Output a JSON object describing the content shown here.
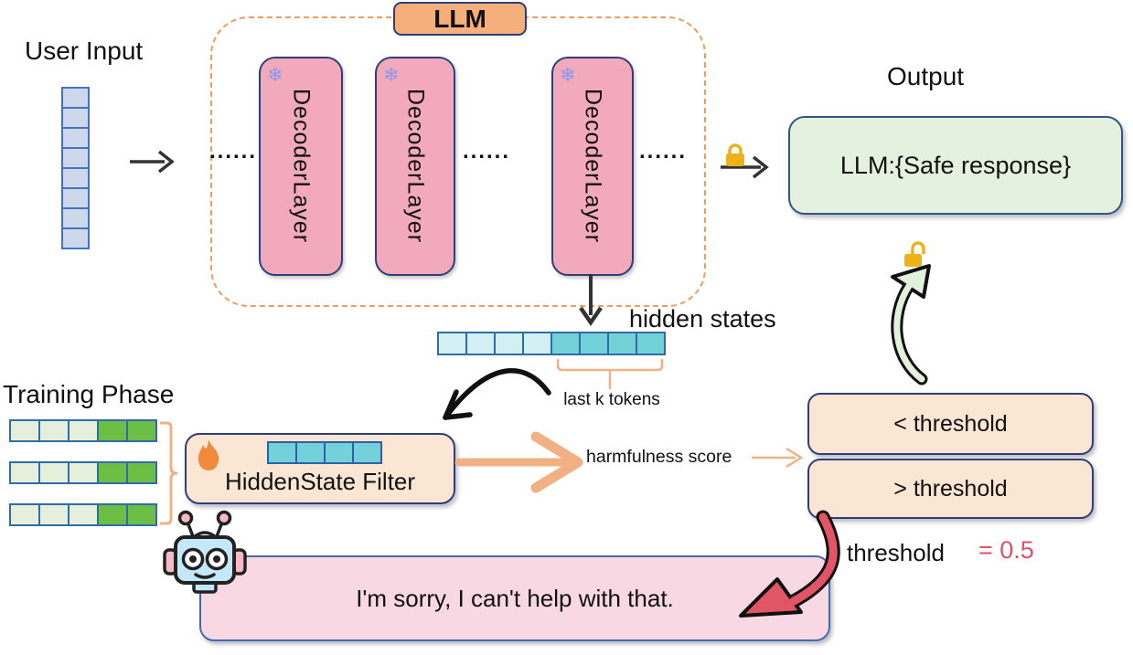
{
  "labels": {
    "user_input": "User Input",
    "llm": "LLM",
    "decoder": "DecoderLayer",
    "dots": "......",
    "output": "Output",
    "safe_response": "LLM:{Safe response}",
    "hidden_states": "hidden states",
    "last_k_tokens": "last k tokens",
    "training_phase": "Training Phase",
    "filter": "HiddenState Filter",
    "harmfulness_score": "harmfulness score",
    "lt_threshold": "< threshold",
    "gt_threshold": "> threshold",
    "threshold_word": "threshold",
    "threshold_value": "= 0.5",
    "refusal": "I'm sorry, I can't help with that."
  },
  "icons": {
    "snowflake_glyph": "❄",
    "frozen_icon": "snowflake = frozen decoder layers",
    "fire_icon": "flame = trainable filter",
    "closed_lock_icon": "locked output path",
    "open_lock_icon": "unlocked safe output",
    "robot_icon": "assistant robot"
  },
  "cells": {
    "user_input": {
      "count": 8,
      "highlight_from": 8,
      "base": "#CDD9EA",
      "highlight": "#CDD9EA",
      "border": "#4472C4"
    },
    "hidden_states": {
      "count": 8,
      "highlight_from": 4,
      "base": "#D2F0F2",
      "highlight": "#72D2D8",
      "border": "#2E6DA8"
    },
    "training_row": {
      "count": 5,
      "highlight_from": 3,
      "base": "#E5EFDB",
      "highlight": "#6CBE45",
      "border": "#2E6DA8"
    },
    "filter_tokens": {
      "count": 4,
      "highlight_from": 0,
      "base": "#72D2D8",
      "highlight": "#72D2D8",
      "border": "#2F5FA8"
    }
  },
  "colors": {
    "canvas_bg": "#FFFFFF",
    "navy": "#2F3E78",
    "llm_fill": "#F5AF7B",
    "decoder_fill": "#F2A9BC",
    "snowflake": "#8898EE",
    "dash_orange": "#EC9D5F",
    "accent_orange": "#F2B184",
    "peach_fill": "#FBE6D3",
    "green_fill": "#E4F1DE",
    "green_border": "#33557F",
    "pink_fill": "#F8D8E2",
    "pink_border": "#4668B0",
    "arrow_green": "#E3F0DC",
    "red_arrow": "#E25566",
    "threshold_red": "#D9536A",
    "gold": "#EDB11C",
    "fire": "#F08A3C",
    "robot_blue": "#C5E8F8",
    "robot_pink": "#F6B9C6",
    "ink": "#1A1A1A",
    "arrow_dark": "#333333"
  }
}
